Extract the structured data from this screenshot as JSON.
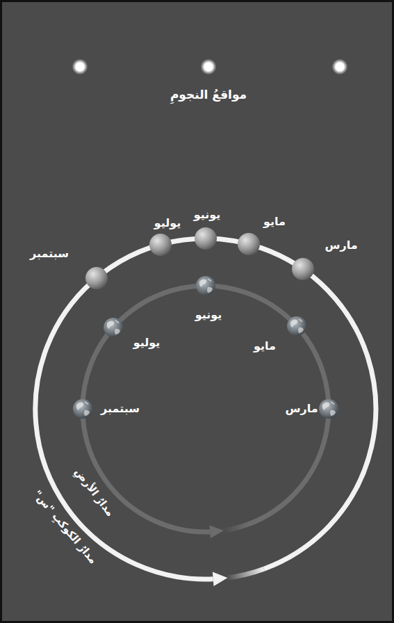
{
  "diagram": {
    "labels": [
      "مواقعُ النجومِ",
      "يونيو",
      "مايو",
      "يوليو",
      "مارس",
      "سبتمبر",
      "يونيو",
      "يوليو",
      "مايو",
      "مارس",
      "سبتمبر",
      "مدارُ الأرضِ",
      "مدارُ الكوكبِ \"س\""
    ]
  }
}
